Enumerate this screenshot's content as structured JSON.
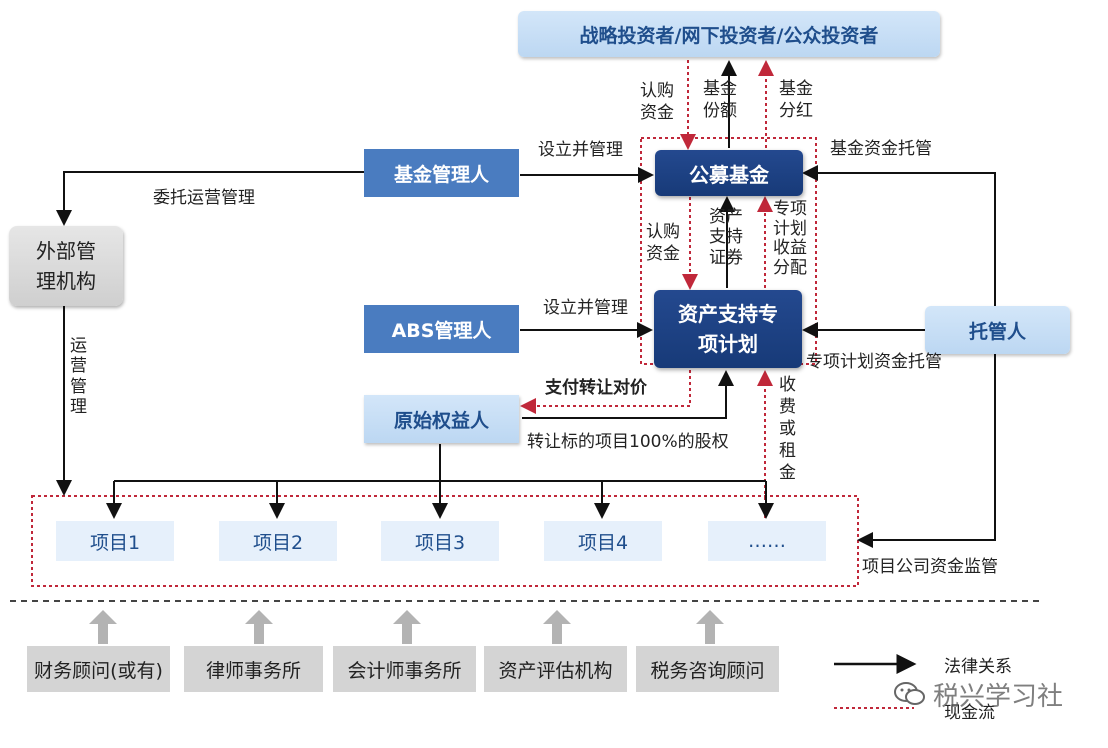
{
  "nodes": {
    "investors": "战略投资者/网下投资者/公众投资者",
    "public_fund": "公募基金",
    "fund_manager": "基金管理人",
    "external_org": "外部管\n理机构",
    "abs_manager": "ABS管理人",
    "abs_plan": "资产支持专\n项计划",
    "custodian": "托管人",
    "original_owner": "原始权益人",
    "projects": [
      "项目1",
      "项目2",
      "项目3",
      "项目4",
      "……"
    ]
  },
  "edge_labels": {
    "subscribe_funds_top": "认购\n资金",
    "fund_shares": "基金\n份额",
    "fund_dividend": "基金\n分红",
    "setup_manage_fund": "设立并管理",
    "fund_custody": "基金资金托管",
    "entrust_operation": "委托运营管理",
    "subscribe_funds_mid": "认购\n资金",
    "abs_securities": "资产\n支持\n证券",
    "plan_income": "专项\n计划\n收益\n分配",
    "setup_manage_abs": "设立并管理",
    "plan_custody": "专项计划资金托管",
    "pay_transfer": "支付转让对价",
    "transfer_equity": "转让标的项目100%的股权",
    "fees_rent": "收\n费\n或\n租\n金",
    "operation_manage": "运\n营\n管\n理",
    "project_supervision": "项目公司资金监管"
  },
  "service_providers": [
    "财务顾问(或有)",
    "律师事务所",
    "会计师事务所",
    "资产评估机构",
    "税务咨询顾问"
  ],
  "legend": {
    "legal": "法律关系",
    "cash": "现金流"
  },
  "watermark": "税兴学习社",
  "colors": {
    "legal_line": "#111111",
    "cash_line": "#c0283a",
    "dark_blue": "#173a78",
    "light_blue": "#c6def5"
  }
}
